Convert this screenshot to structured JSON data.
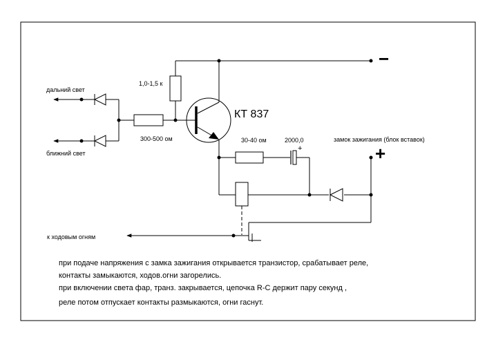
{
  "labels": {
    "minus_sign": "−",
    "plus_sign": "+",
    "small_plus": "+",
    "r_base_value": "1,0-1,5 к",
    "transistor": "КТ 837",
    "r_series_value": "300-500 ом",
    "r_rc_value": "30-40 ом",
    "c_value": "2000,0",
    "ignition": "замок зажигания (блок вставок)",
    "high_beam": "дальний свет",
    "low_beam": "ближний свет",
    "running_lights": "к ходовым огням"
  },
  "notes": [
    "при подаче напряжения с замка зажигания открывается транзистор, срабатывает реле,",
    "контакты замыкаются,      ходов.огни загорелись.",
    "при включении света фар, транз. закрывается, цепочка  R-C держит пару секунд ,",
    "реле потом отпускает    контакты размыкаются, огни гаснут."
  ]
}
